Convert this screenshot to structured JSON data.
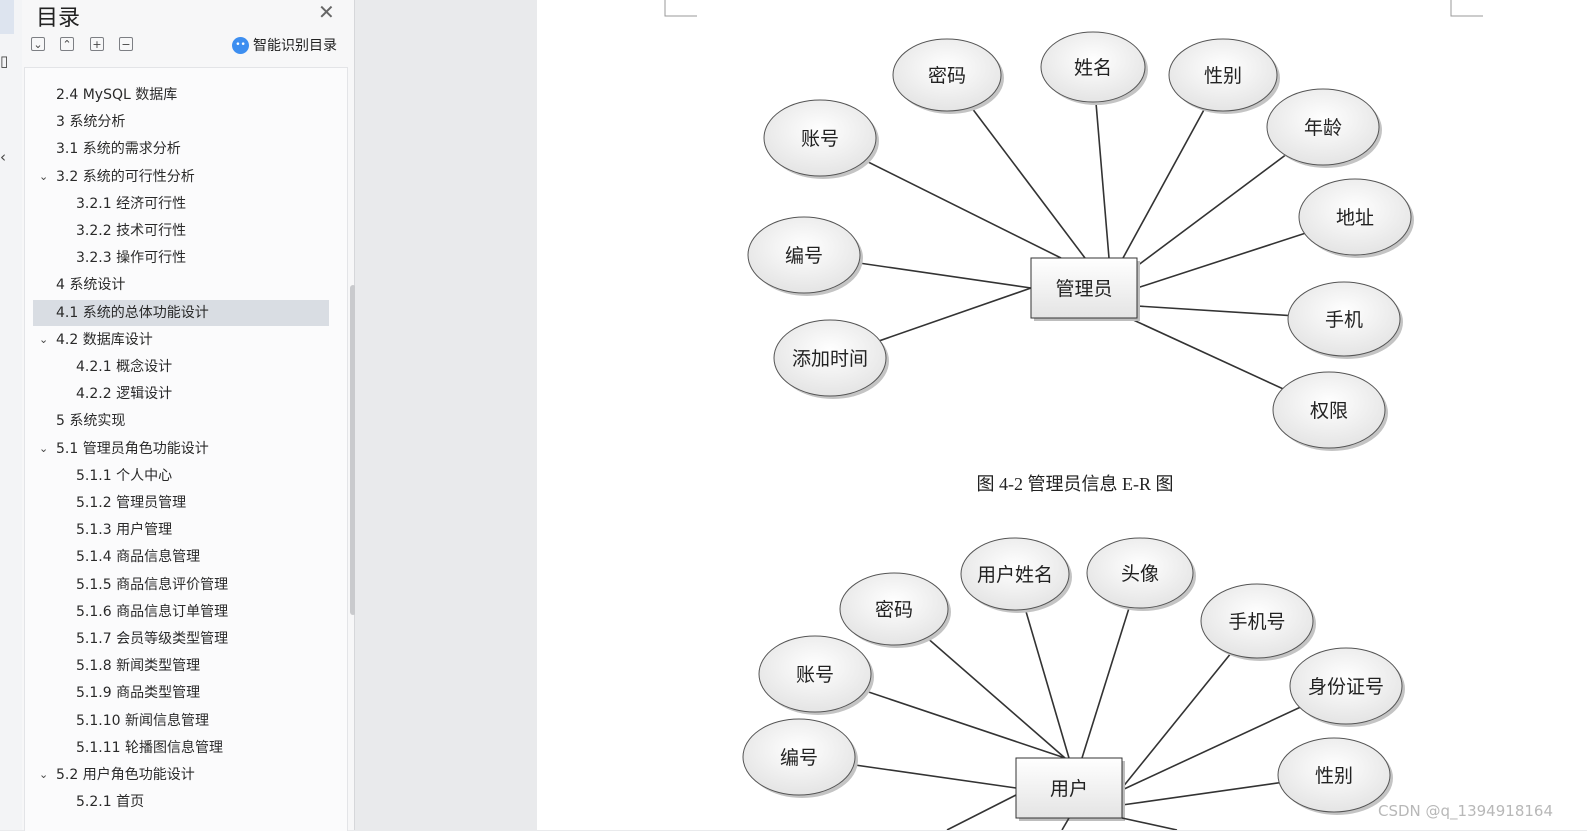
{
  "sidebar": {
    "title": "目录",
    "smart_label": "智能识别目录",
    "smart_icon": "robot-icon",
    "tools": [
      "collapse-all-icon",
      "expand-all-icon",
      "add-heading-icon",
      "remove-heading-icon"
    ],
    "items": [
      {
        "label": "2.4 MySQL 数据库",
        "level": 2,
        "expanded": null,
        "active": false
      },
      {
        "label": "3 系统分析",
        "level": 2,
        "expanded": null,
        "active": false
      },
      {
        "label": "3.1 系统的需求分析",
        "level": 2,
        "expanded": null,
        "active": false
      },
      {
        "label": "3.2 系统的可行性分析",
        "level": 2,
        "expanded": true,
        "active": false
      },
      {
        "label": "3.2.1 经济可行性",
        "level": 3,
        "expanded": null,
        "active": false
      },
      {
        "label": "3.2.2 技术可行性",
        "level": 3,
        "expanded": null,
        "active": false
      },
      {
        "label": "3.2.3 操作可行性",
        "level": 3,
        "expanded": null,
        "active": false
      },
      {
        "label": "4 系统设计",
        "level": 2,
        "expanded": null,
        "active": false
      },
      {
        "label": "4.1 系统的总体功能设计",
        "level": 2,
        "expanded": null,
        "active": true
      },
      {
        "label": "4.2 数据库设计",
        "level": 2,
        "expanded": true,
        "active": false
      },
      {
        "label": "4.2.1 概念设计",
        "level": 3,
        "expanded": null,
        "active": false
      },
      {
        "label": "4.2.2 逻辑设计",
        "level": 3,
        "expanded": null,
        "active": false
      },
      {
        "label": "5 系统实现",
        "level": 2,
        "expanded": null,
        "active": false
      },
      {
        "label": "5.1 管理员角色功能设计",
        "level": 2,
        "expanded": true,
        "active": false
      },
      {
        "label": "5.1.1 个人中心",
        "level": 3,
        "expanded": null,
        "active": false
      },
      {
        "label": "5.1.2 管理员管理",
        "level": 3,
        "expanded": null,
        "active": false
      },
      {
        "label": "5.1.3 用户管理",
        "level": 3,
        "expanded": null,
        "active": false
      },
      {
        "label": "5.1.4 商品信息管理",
        "level": 3,
        "expanded": null,
        "active": false
      },
      {
        "label": "5.1.5 商品信息评价管理",
        "level": 3,
        "expanded": null,
        "active": false
      },
      {
        "label": "5.1.6 商品信息订单管理",
        "level": 3,
        "expanded": null,
        "active": false
      },
      {
        "label": "5.1.7 会员等级类型管理",
        "level": 3,
        "expanded": null,
        "active": false
      },
      {
        "label": "5.1.8 新闻类型管理",
        "level": 3,
        "expanded": null,
        "active": false
      },
      {
        "label": "5.1.9 商品类型管理",
        "level": 3,
        "expanded": null,
        "active": false
      },
      {
        "label": "5.1.10 新闻信息管理",
        "level": 3,
        "expanded": null,
        "active": false
      },
      {
        "label": "5.1.11 轮播图信息管理",
        "level": 3,
        "expanded": null,
        "active": false
      },
      {
        "label": "5.2 用户角色功能设计",
        "level": 2,
        "expanded": true,
        "active": false
      },
      {
        "label": "5.2.1 首页",
        "level": 3,
        "expanded": null,
        "active": false
      }
    ]
  },
  "document": {
    "diagram1": {
      "entity": "管理员",
      "attributes": [
        "密码",
        "姓名",
        "性别",
        "年龄",
        "账号",
        "地址",
        "编号",
        "手机",
        "添加时间",
        "权限"
      ]
    },
    "caption1": "图 4-2 管理员信息 E-R 图",
    "diagram2": {
      "entity": "用户",
      "attributes": [
        "用户姓名",
        "头像",
        "密码",
        "手机号",
        "账号",
        "身份证号",
        "编号",
        "性别"
      ]
    }
  },
  "watermark": "CSDN @q_1394918164",
  "colors": {
    "active_item_bg": "#d9dde3",
    "page_bg": "#ffffff",
    "canvas_bg": "#e9eaec",
    "accent": "#3d8ef0"
  }
}
